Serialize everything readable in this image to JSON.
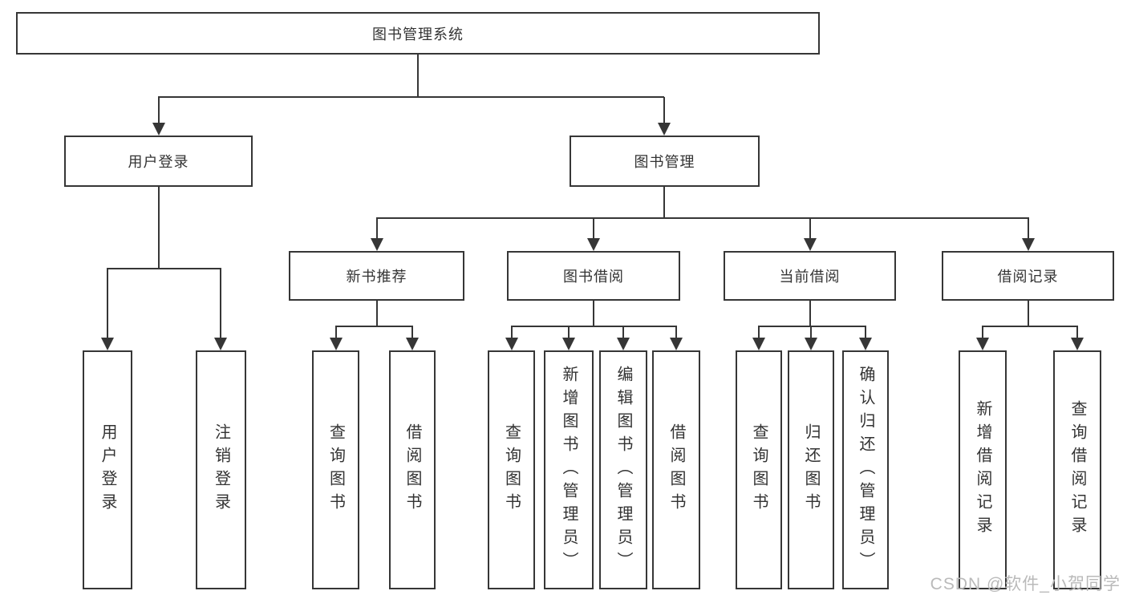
{
  "nodes": {
    "root": "图书管理系统",
    "user_login": "用户登录",
    "book_mgmt": "图书管理",
    "new_book": "新书推荐",
    "book_borrow": "图书借阅",
    "current_borrow": "当前借阅",
    "borrow_record": "借阅记录",
    "leaf_user_login": "用户登录",
    "leaf_logout": "注销登录",
    "leaf_nb_query": "查询图书",
    "leaf_nb_borrow": "借阅图书",
    "leaf_bb_query": "查询图书",
    "leaf_bb_add": "新增图书（管理员）",
    "leaf_bb_edit": "编辑图书（管理员）",
    "leaf_bb_borrow": "借阅图书",
    "leaf_cb_query": "查询图书",
    "leaf_cb_return": "归还图书",
    "leaf_cb_confirm": "确认归还（管理员）",
    "leaf_br_add": "新增借阅记录",
    "leaf_br_query": "查询借阅记录"
  },
  "hierarchy": {
    "图书管理系统": {
      "用户登录": [
        "用户登录",
        "注销登录"
      ],
      "图书管理": {
        "新书推荐": [
          "查询图书",
          "借阅图书"
        ],
        "图书借阅": [
          "查询图书",
          "新增图书（管理员）",
          "编辑图书（管理员）",
          "借阅图书"
        ],
        "当前借阅": [
          "查询图书",
          "归还图书",
          "确认归还（管理员）"
        ],
        "借阅记录": [
          "新增借阅记录",
          "查询借阅记录"
        ]
      }
    }
  },
  "watermark": "CSDN @软件_小贺同学",
  "colors": {
    "line": "#363636",
    "border": "#363636",
    "text": "#333333",
    "background": "#ffffff",
    "watermark": "#bababa"
  }
}
